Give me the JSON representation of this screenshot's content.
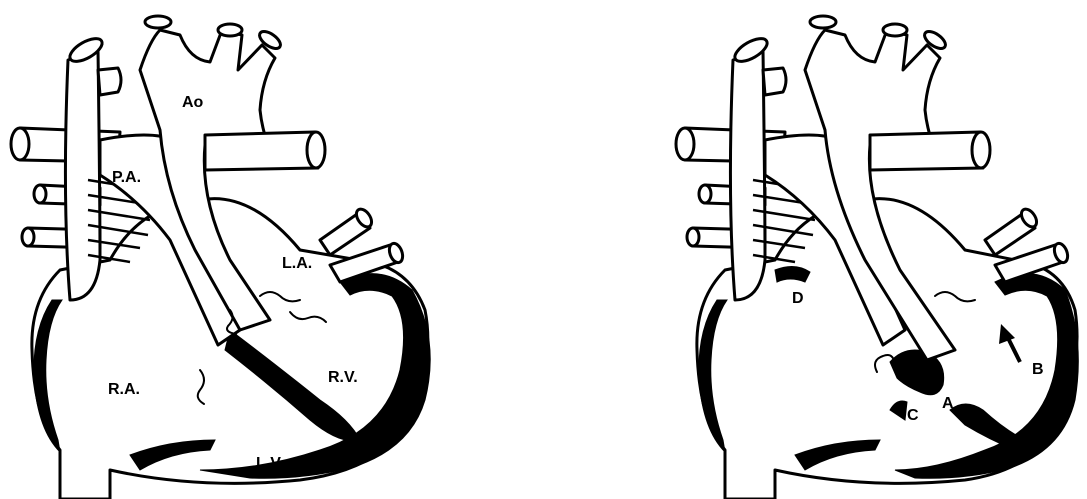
{
  "left_diagram": {
    "labels": {
      "ao": "Ao",
      "pa": "P.A.",
      "la": "L.A.",
      "ra": "R.A.",
      "rv": "R.V.",
      "lv": "L.V."
    }
  },
  "right_diagram": {
    "labels": {
      "a": "A",
      "b": "B",
      "c": "C",
      "d": "D"
    }
  },
  "colors": {
    "ink": "#000000",
    "paper": "#ffffff"
  }
}
